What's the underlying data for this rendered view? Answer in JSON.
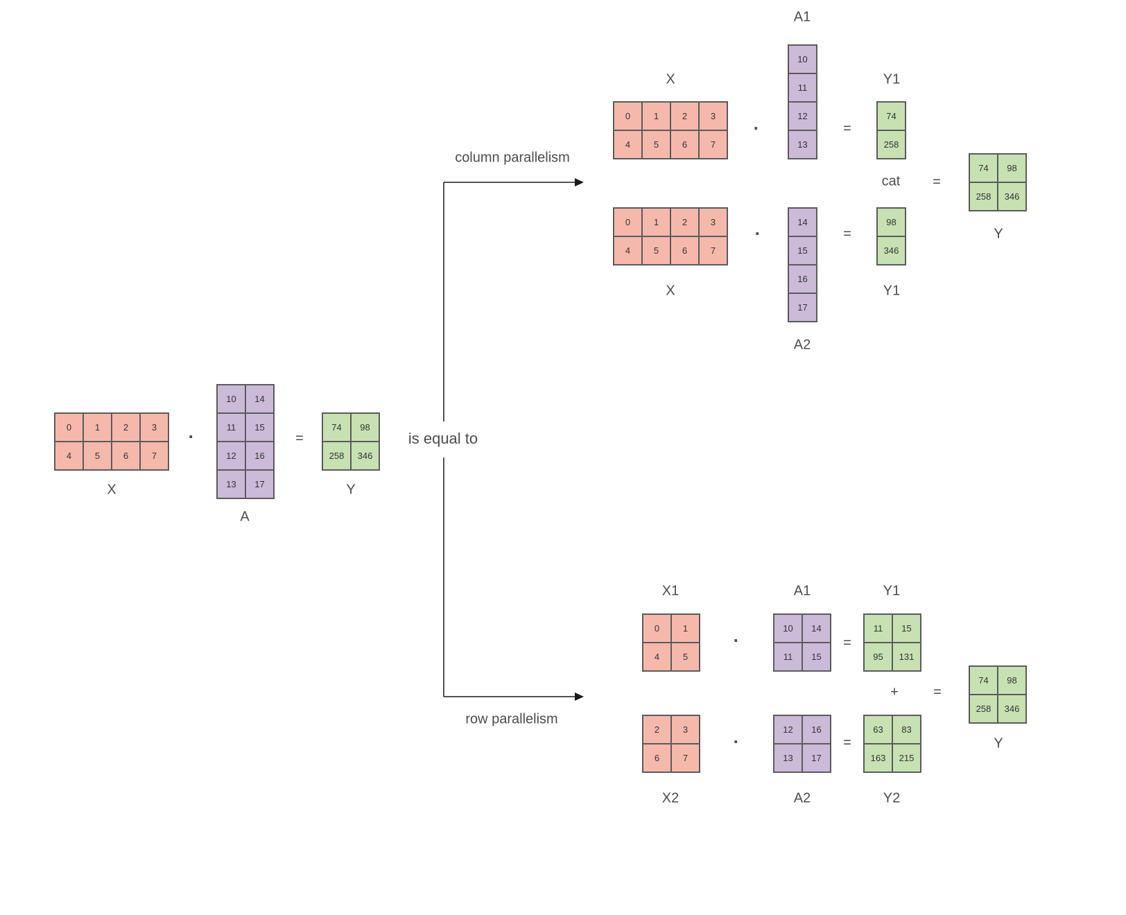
{
  "colors": {
    "pink": "#f5b9ac",
    "purple": "#ccbad9",
    "green": "#c7e1b3",
    "border": "#5b5b5b",
    "cell-text": "#333333",
    "label-text": "#4d4d4d",
    "arrow": "#1a1a1a"
  },
  "ops": {
    "dot": "·",
    "equals": "=",
    "plus": "+"
  },
  "connector": {
    "is_equal_to": "is equal to",
    "column_branch": "column parallelism",
    "row_branch": "row parallelism"
  },
  "left": {
    "x": {
      "label": "X",
      "matrix": [
        [
          0,
          1,
          2,
          3
        ],
        [
          4,
          5,
          6,
          7
        ]
      ]
    },
    "a": {
      "label": "A",
      "matrix": [
        [
          10,
          14
        ],
        [
          11,
          15
        ],
        [
          12,
          16
        ],
        [
          13,
          17
        ]
      ]
    },
    "y": {
      "label": "Y",
      "matrix": [
        [
          74,
          98
        ],
        [
          258,
          346
        ]
      ]
    }
  },
  "column_parallelism": {
    "x_top": {
      "label": "X",
      "matrix": [
        [
          0,
          1,
          2,
          3
        ],
        [
          4,
          5,
          6,
          7
        ]
      ]
    },
    "a1": {
      "label": "A1",
      "matrix": [
        [
          10
        ],
        [
          11
        ],
        [
          12
        ],
        [
          13
        ]
      ]
    },
    "y1_top": {
      "label": "Y1",
      "matrix": [
        [
          74
        ],
        [
          258
        ]
      ]
    },
    "x_bottom": {
      "label": "X",
      "matrix": [
        [
          0,
          1,
          2,
          3
        ],
        [
          4,
          5,
          6,
          7
        ]
      ]
    },
    "a2": {
      "label": "A2",
      "matrix": [
        [
          14
        ],
        [
          15
        ],
        [
          16
        ],
        [
          17
        ]
      ]
    },
    "y1_bottom": {
      "label": "Y1",
      "matrix": [
        [
          98
        ],
        [
          346
        ]
      ]
    },
    "cat_label": "cat",
    "y": {
      "label": "Y",
      "matrix": [
        [
          74,
          98
        ],
        [
          258,
          346
        ]
      ]
    }
  },
  "row_parallelism": {
    "x1": {
      "label": "X1",
      "matrix": [
        [
          0,
          1
        ],
        [
          4,
          5
        ]
      ]
    },
    "a1": {
      "label": "A1",
      "matrix": [
        [
          10,
          14
        ],
        [
          11,
          15
        ]
      ]
    },
    "y1": {
      "label": "Y1",
      "matrix": [
        [
          11,
          15
        ],
        [
          95,
          131
        ]
      ]
    },
    "x2": {
      "label": "X2",
      "matrix": [
        [
          2,
          3
        ],
        [
          6,
          7
        ]
      ]
    },
    "a2": {
      "label": "A2",
      "matrix": [
        [
          12,
          16
        ],
        [
          13,
          17
        ]
      ]
    },
    "y2": {
      "label": "Y2",
      "matrix": [
        [
          63,
          83
        ],
        [
          163,
          215
        ]
      ]
    },
    "y": {
      "label": "Y",
      "matrix": [
        [
          74,
          98
        ],
        [
          258,
          346
        ]
      ]
    }
  }
}
